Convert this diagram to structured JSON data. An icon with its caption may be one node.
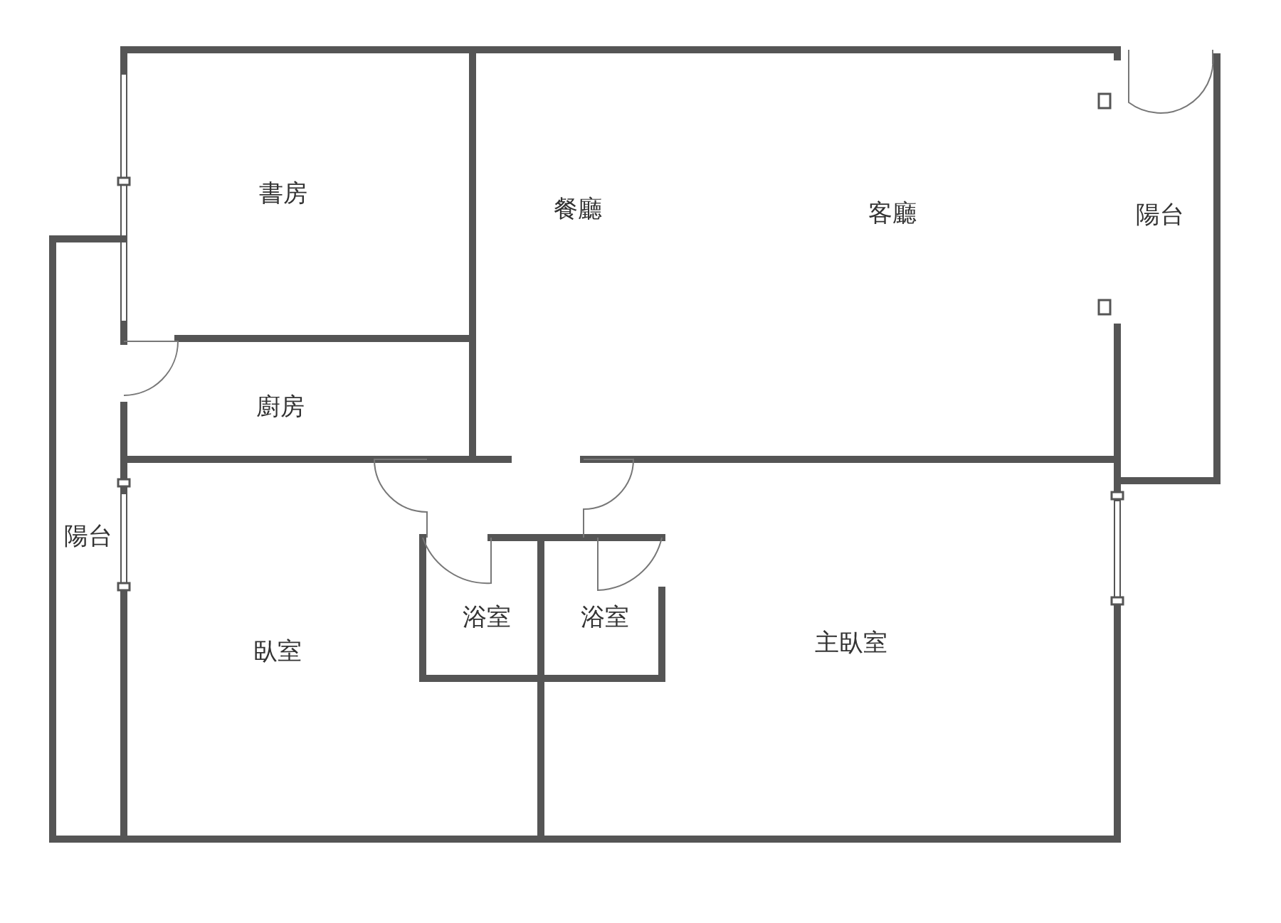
{
  "diagram": {
    "nodes": [
      {
        "text": [
          "書房"
        ]
      },
      {
        "text": [
          "餐廳",
          "客廳"
        ]
      },
      {
        "text": [
          "陽台"
        ]
      },
      {
        "text": [
          "廚房"
        ]
      },
      {
        "text": [
          "陽台"
        ]
      },
      {
        "text": [
          "臥室"
        ]
      },
      {
        "text": [
          "浴室"
        ]
      },
      {
        "text": [
          "浴室"
        ]
      },
      {
        "text": [
          "主臥室"
        ]
      }
    ]
  }
}
